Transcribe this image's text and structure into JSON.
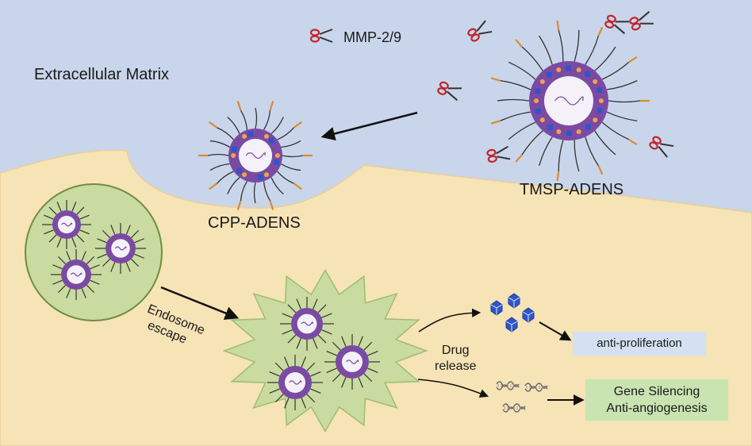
{
  "labels": {
    "extracellular": "Extracellular Matrix",
    "enzyme": "MMP-2/9",
    "tmsp": "TMSP-ADENS",
    "cpp": "CPP-ADENS",
    "endosome_line1": "Endosome",
    "endosome_line2": "escape",
    "drug_line1": "Drug",
    "drug_line2": "release",
    "anti_proliferation": "anti-proliferation",
    "gene_line1": "Gene Silencing",
    "gene_line2": "Anti-angiogenesis"
  },
  "icons": {
    "enzyme": "scissors-icon",
    "nanoparticle": "nanoparticle-icon",
    "drug": "drug-molecule-icon",
    "sirna": "sirna-icon"
  },
  "colors": {
    "matrix_bg": "#c9d5ea",
    "cell_bg": "#f6e3b6",
    "nanoparticle_shell": "#7b4aa3",
    "endosome_fill": "#c9dba0",
    "anti_proliferation_box": "#d4e1f2",
    "gene_box": "#c9e3b1",
    "drug_blue": "#2f55c8"
  }
}
